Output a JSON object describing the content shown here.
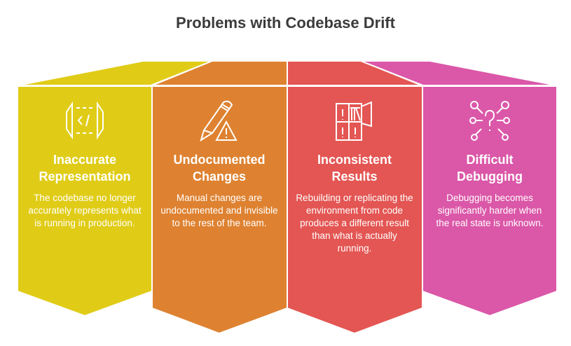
{
  "title": "Problems with Codebase Drift",
  "colors": {
    "yellow": "#E0CC17",
    "orange": "#DE8231",
    "red": "#E35653",
    "pink": "#DB57A8"
  },
  "items": [
    {
      "icon": "code-brackets-icon",
      "heading_1": "Inaccurate",
      "heading_2": "Representation",
      "text": "The codebase no longer accurately represents what is running in production."
    },
    {
      "icon": "pencil-warning-icon",
      "heading_1": "Undocumented",
      "heading_2": "Changes",
      "text": "Manual changes are undocumented and invisible to the rest of the team."
    },
    {
      "icon": "cabinet-alerts-icon",
      "heading_1": "Inconsistent",
      "heading_2": "Results",
      "text": "Rebuilding or replicating the environment from code produces a different result than what is actually running."
    },
    {
      "icon": "question-network-icon",
      "heading_1": "Difficult",
      "heading_2": "Debugging",
      "text": "Debugging becomes significantly harder when the real state is unknown."
    }
  ]
}
